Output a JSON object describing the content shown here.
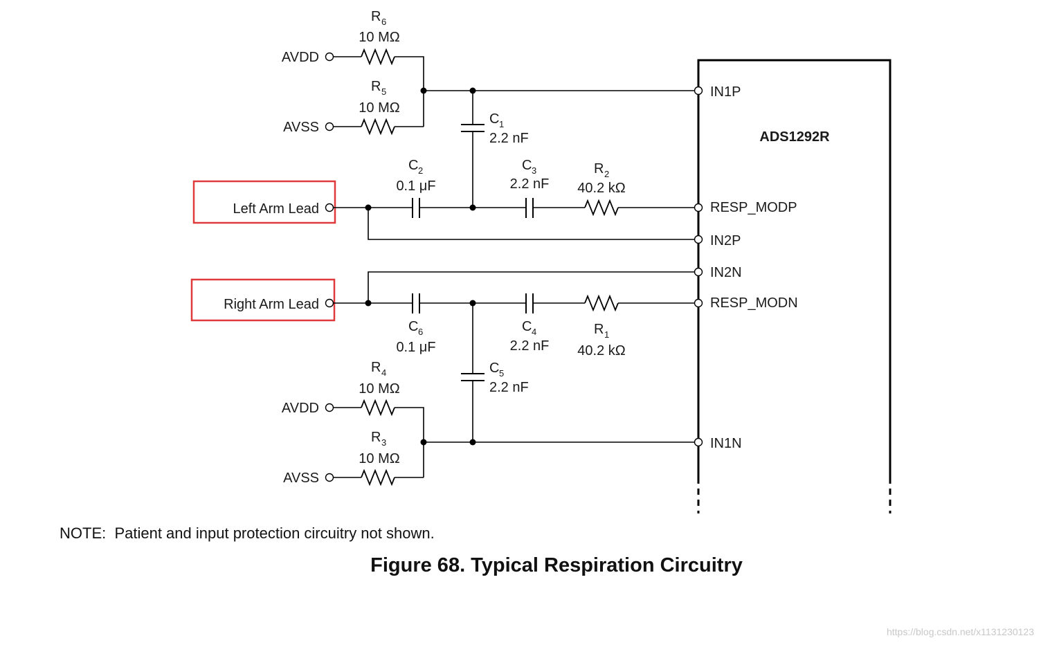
{
  "chip": {
    "name": "ADS1292R",
    "pins": {
      "in1p": "IN1P",
      "resp_modp": "RESP_MODP",
      "in2p": "IN2P",
      "in2n": "IN2N",
      "resp_modn": "RESP_MODN",
      "in1n": "IN1N"
    }
  },
  "inputs": {
    "avdd_top": "AVDD",
    "avss_top": "AVSS",
    "left_arm": "Left Arm Lead",
    "right_arm": "Right Arm Lead",
    "avdd_bottom": "AVDD",
    "avss_bottom": "AVSS"
  },
  "components": {
    "r6": {
      "letter": "R",
      "index": "6",
      "value": "10 MΩ"
    },
    "r5": {
      "letter": "R",
      "index": "5",
      "value": "10 MΩ"
    },
    "c1": {
      "letter": "C",
      "index": "1",
      "value": "2.2 nF"
    },
    "c2": {
      "letter": "C",
      "index": "2",
      "value": "0.1 μF"
    },
    "c3": {
      "letter": "C",
      "index": "3",
      "value": "2.2 nF"
    },
    "r2": {
      "letter": "R",
      "index": "2",
      "value": "40.2 kΩ"
    },
    "c6": {
      "letter": "C",
      "index": "6",
      "value": "0.1 μF"
    },
    "c4": {
      "letter": "C",
      "index": "4",
      "value": "2.2 nF"
    },
    "r1": {
      "letter": "R",
      "index": "1",
      "value": "40.2 kΩ"
    },
    "c5": {
      "letter": "C",
      "index": "5",
      "value": "2.2 nF"
    },
    "r4": {
      "letter": "R",
      "index": "4",
      "value": "10 MΩ"
    },
    "r3": {
      "letter": "R",
      "index": "3",
      "value": "10 MΩ"
    }
  },
  "note": "NOTE:  Patient and input protection circuitry not shown.",
  "caption": "Figure 68.  Typical Respiration Circuitry",
  "watermark": "https://blog.csdn.net/x1131230123",
  "colors": {
    "highlight": "#e0393b",
    "line": "#000000"
  }
}
